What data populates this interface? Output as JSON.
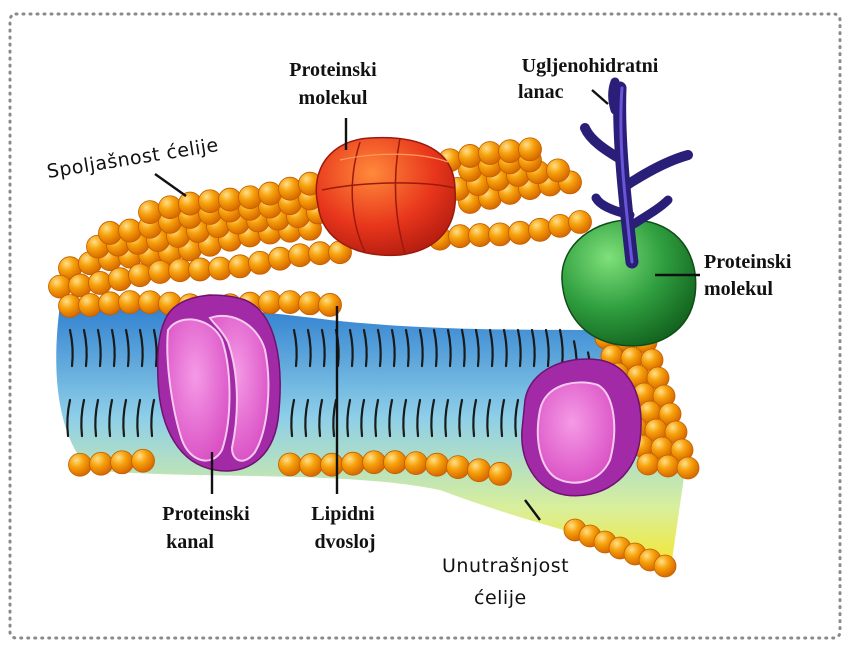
{
  "labels": {
    "protein_top_line1": "Proteinski",
    "protein_top_line2": "molekul",
    "carbohydrate_line1": "Ugljenohidratni",
    "carbohydrate_line2": "lanac",
    "outside": "Spoljašnost ćelije",
    "protein_right_line1": "Proteinski",
    "protein_right_line2": "molekul",
    "channel_line1": "Proteinski",
    "channel_line2": "kanal",
    "bilayer_line1": "Lipidni",
    "bilayer_line2": "dvosloj",
    "inside_line1": "Unutrašnjost",
    "inside_line2": "ćelije"
  },
  "colors": {
    "head_fill": "#f7a20c",
    "head_dark": "#e07000",
    "tail_color": "#1a1a1a",
    "band_top": "#3b8fd6",
    "band_mid": "#8fd0e8",
    "band_bottom": "#f2e73a",
    "protein_red": "#e8361c",
    "protein_green": "#2f9e3f",
    "channel_purple": "#a22aa6",
    "channel_pink": "#e96fd7",
    "carbohydrate": "#3a2a8c",
    "frame_dots": "#888888"
  }
}
